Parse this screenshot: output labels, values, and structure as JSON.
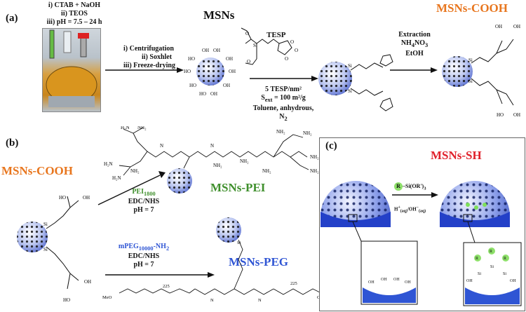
{
  "panel_a": {
    "label": "(a)",
    "synthesis_steps": [
      "i) CTAB + NaOH",
      "ii) TEOS",
      "iii) pH = 7.5 – 24 h"
    ],
    "msns_title": "MSNs",
    "workup_steps": [
      "i) Centrifugation",
      "ii) Soxhlet",
      "iii) Freeze-drying"
    ],
    "reagent": "TESP",
    "conditions": [
      "5 TESP/nm²",
      "S",
      "ext",
      " = 100 m²/g",
      "Toluene, anhydrous, N",
      "2"
    ],
    "extraction": [
      "Extraction",
      "NH",
      "4",
      "NO",
      "3",
      "EtOH"
    ],
    "product_title": "MSNs-COOH",
    "oh_label": "OH",
    "o_label": "O",
    "si_label": "Si",
    "ho_label": "HO"
  },
  "panel_b": {
    "label": "(b)",
    "start_title": "MSNs-COOH",
    "pei_reagent": "PEI",
    "pei_sub": "1800",
    "pei_conditions": [
      "EDC/NHS",
      "pH = 7"
    ],
    "pei_title": "MSNs-PEI",
    "peg_reagent": "mPEG",
    "peg_sub": "10000",
    "peg_tail": "-NH",
    "peg_tail_sub": "2",
    "peg_conditions": [
      "EDC/NHS",
      "pH = 7"
    ],
    "peg_title": "MSNs-PEG",
    "nh2": "NH",
    "nh2_sub": "2",
    "n_label": "N",
    "h_label": "H",
    "meo": "MeO",
    "ome": "OMe",
    "repeat": "225"
  },
  "panel_c": {
    "label": "(c)",
    "title": "MSNs-SH",
    "reagent_r": "R",
    "reagent_text": "–Si(OR')",
    "reagent_sub": "3",
    "condition": "H",
    "condition_sup": "+",
    "condition_sub1": "(aq)",
    "condition_mid": "/OH",
    "condition_sup2": "−",
    "condition_sub2": "(aq)",
    "oh_label": "OH",
    "r_label": "R"
  },
  "colors": {
    "orange": "#e8761e",
    "green": "#3f8f2c",
    "blue": "#2f55d4",
    "red": "#e0202a",
    "sphere": "#7a8fe0"
  }
}
